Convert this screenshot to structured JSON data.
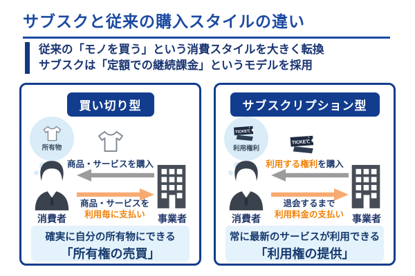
{
  "header": {
    "title": "サブスクと従来の購入スタイルの違い",
    "subtitle1": "従来の「モノを買う」という消費スタイルを大きく転換",
    "subtitle2": "サブスクは「定額での継続課金」というモデルを採用"
  },
  "panels": {
    "left": {
      "title": "買い切り型",
      "bubble_label": "所有物",
      "purchase_highlight": "",
      "purchase_plain": "商品・サービスを購入",
      "consumer": "消費者",
      "business": "事業者",
      "pay_line1": "商品・サービスを",
      "pay_line2": "利用毎に支払い",
      "box_line1": "確実に自分の所有物にできる",
      "box_line2": "「所有権の売買」"
    },
    "right": {
      "title": "サブスクリプション型",
      "bubble_label": "利用権利",
      "purchase_highlight": "利用する権利",
      "purchase_plain": "を購入",
      "consumer": "消費者",
      "business": "事業者",
      "pay_line1": "退会するまで",
      "pay_line2": "利用料金の支払い",
      "box_line1": "常に最新のサービスが利用できる",
      "box_line2": "「利用権の提供」"
    }
  },
  "icons": {
    "ticket_text": "TICKET"
  },
  "colors": {
    "navy_accent": "#123c8d",
    "title_blue": "#1b4aa2",
    "body_navy": "#1a3572",
    "orange_text": "#f0830a",
    "orange_arrow": "#f7ab72",
    "gray_arrow": "#9c9c9c",
    "bubble_blue": "#d9ecf8",
    "summary_box_blue": "#e4f2fb",
    "building_gray": "#474d56",
    "person_dark": "#3a424d"
  }
}
